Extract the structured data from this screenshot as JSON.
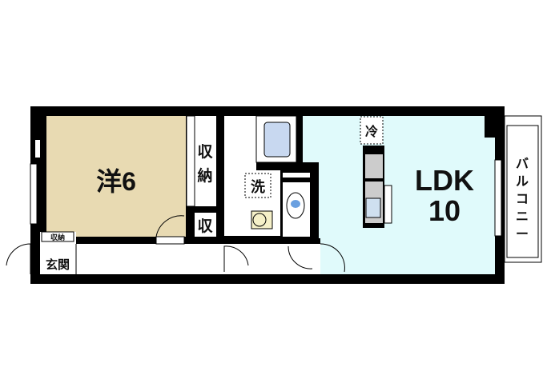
{
  "rooms": {
    "western_room": {
      "label": "洋6"
    },
    "closet_large": {
      "label_top": "収",
      "label_bottom": "納"
    },
    "closet_small": {
      "label": "収"
    },
    "washroom": {
      "label": "洗"
    },
    "ldk": {
      "label_line1": "LDK",
      "label_line2": "10"
    },
    "fridge": {
      "label": "冷"
    },
    "balcony": {
      "chars": [
        "バ",
        "ル",
        "コ",
        "ニ",
        "ー"
      ]
    },
    "entrance_storage": {
      "label": "収納"
    },
    "entrance": {
      "label": "玄関"
    }
  },
  "colors": {
    "wall": "#000000",
    "western_room": "#e8dab2",
    "ldk": "#e0fafb",
    "bathtub": "#c8d8f0",
    "counter": "#cccccc"
  }
}
